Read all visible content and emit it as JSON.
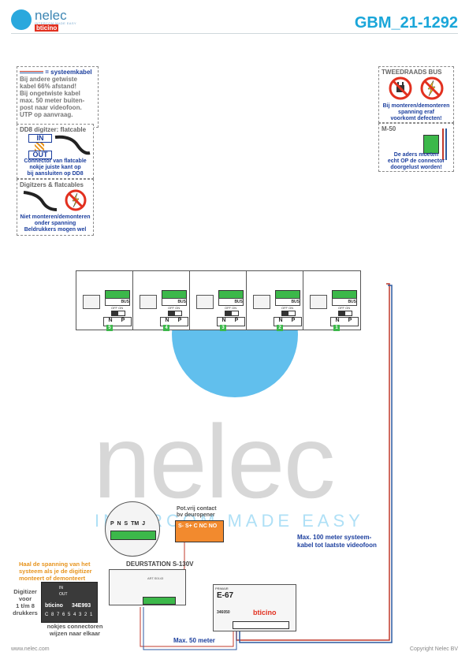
{
  "header": {
    "brand": "nelec",
    "brand_tag": "INTERCOM MADE EASY",
    "brand_sub": "bticino",
    "doc_code": "GBM_21-1292"
  },
  "notes": {
    "systeemkabel": {
      "legend": "= systeemkabel",
      "lines": [
        "Bij andere getwiste",
        "kabel 66% afstand!",
        "Bij ongetwiste kabel",
        "max. 50 meter buiten-",
        "post naar videofoon.",
        "UTP op aanvraag."
      ]
    },
    "dd8": {
      "title": "DD8 digitzer: flatcable",
      "in_label": "IN",
      "out_label": "OUT",
      "caption": [
        "Connector van flatcable",
        "nokje juiste kant op",
        "bij aansluiten op DD8"
      ]
    },
    "digitizers": {
      "title": "Digitzers & flatcables",
      "caption": [
        "Niet monteren/demonteren",
        "onder spanning"
      ],
      "caption2": "Beldrukkers mogen wel"
    },
    "tweedraads": {
      "title": "TWEEDRAADS BUS",
      "caption": [
        "Bij monteren/demonteren",
        "spanning eraf",
        "voorkomt defecten!"
      ]
    },
    "m50": {
      "title": "M-50",
      "caption": [
        "De aders moeten",
        "echt OP de connector",
        "doorgelust worden!"
      ]
    }
  },
  "units": [
    {
      "bus": "BUS",
      "offon": "OFF ON",
      "n": "N",
      "p": "P",
      "id": "5"
    },
    {
      "bus": "BUS",
      "offon": "OFF ON",
      "n": "N",
      "p": "P",
      "id": "4"
    },
    {
      "bus": "BUS",
      "offon": "OFF ON",
      "n": "N",
      "p": "P",
      "id": "3"
    },
    {
      "bus": "BUS",
      "offon": "OFF ON",
      "n": "N",
      "p": "P",
      "id": "2"
    },
    {
      "bus": "BUS",
      "offon": "OFF ON",
      "n": "N",
      "p": "P",
      "id": "1"
    }
  ],
  "bottom": {
    "keypad_labels": "P N S TM J",
    "contact_title": [
      "Pot.vrij contact",
      "bv deuropener"
    ],
    "contact_terms": "S- S+ C NC NO",
    "max100": [
      "Max. 100 meter systeem-",
      "kabel tot laatste videofoon"
    ],
    "deurstation": "DEURSTATION S-130V",
    "warn_orange": [
      "Haal de spanning van het",
      "systeem als je de digitizer",
      "monteert of demonteert"
    ],
    "digitizer_label": [
      "Digitizer",
      "voor",
      "1 t/m 8",
      "drukkers"
    ],
    "digitizer_code": "34E993",
    "digitizer_brand": "bticino",
    "digitizer_in": "IN",
    "digitizer_out": "OUT",
    "digitizer_pins": "C 8 7 6 5 4 3 2 1",
    "nokjes": [
      "nokjes connectoren",
      "wijzen naar elkaar"
    ],
    "e67_title": "E-67",
    "e67_code": "346050",
    "e67_brand": "bticino",
    "e67_top": "PRIMAIR",
    "max50": "Max. 50 meter",
    "art_label": "ART.S0143"
  },
  "footer": {
    "left": "www.nelec.com",
    "right": "Copyright Nelec BV"
  },
  "colors": {
    "brand_blue": "#1aa6d9",
    "text_blue": "#1c3f9e",
    "warn_orange": "#e7941e",
    "terminal_green": "#3cb84a",
    "bus_red": "#c0392b",
    "bus_blue": "#2c5aa0"
  }
}
